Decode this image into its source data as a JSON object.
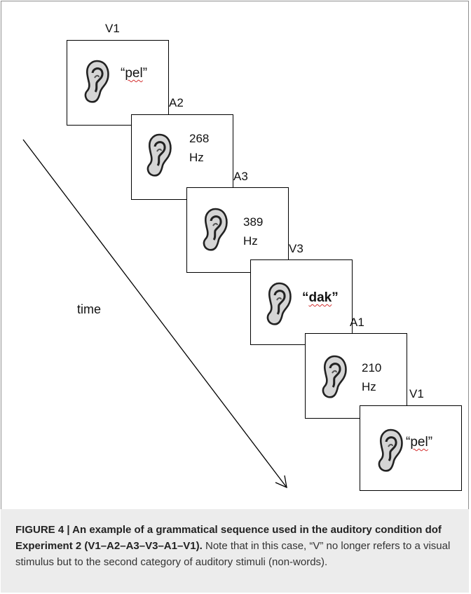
{
  "cards": [
    {
      "label": "V1",
      "kind": "word",
      "prefix": "“",
      "word": "pel",
      "suffix": "”",
      "bold": false
    },
    {
      "label": "A2",
      "kind": "freq",
      "value": "268",
      "unit": "Hz"
    },
    {
      "label": "A3",
      "kind": "freq",
      "value": "389",
      "unit": "Hz"
    },
    {
      "label": "V3",
      "kind": "word",
      "prefix": "“",
      "word": "dak",
      "suffix": "”",
      "bold": true
    },
    {
      "label": "A1",
      "kind": "freq",
      "value": "210",
      "unit": "Hz"
    },
    {
      "label": "V1",
      "kind": "word",
      "prefix": "“",
      "word": "pel",
      "suffix": "”",
      "bold": false
    }
  ],
  "time_label": "time",
  "caption": {
    "figure_label": "FIGURE 4 | An example of a grammatical sequence used in the auditory condition dof Experiment 2 (V1–A2–A3–V3–A1–V1).",
    "body": " Note that in this case, “V” no longer refers to a visual stimulus but to the second category of auditory stimuli (non-words)."
  }
}
